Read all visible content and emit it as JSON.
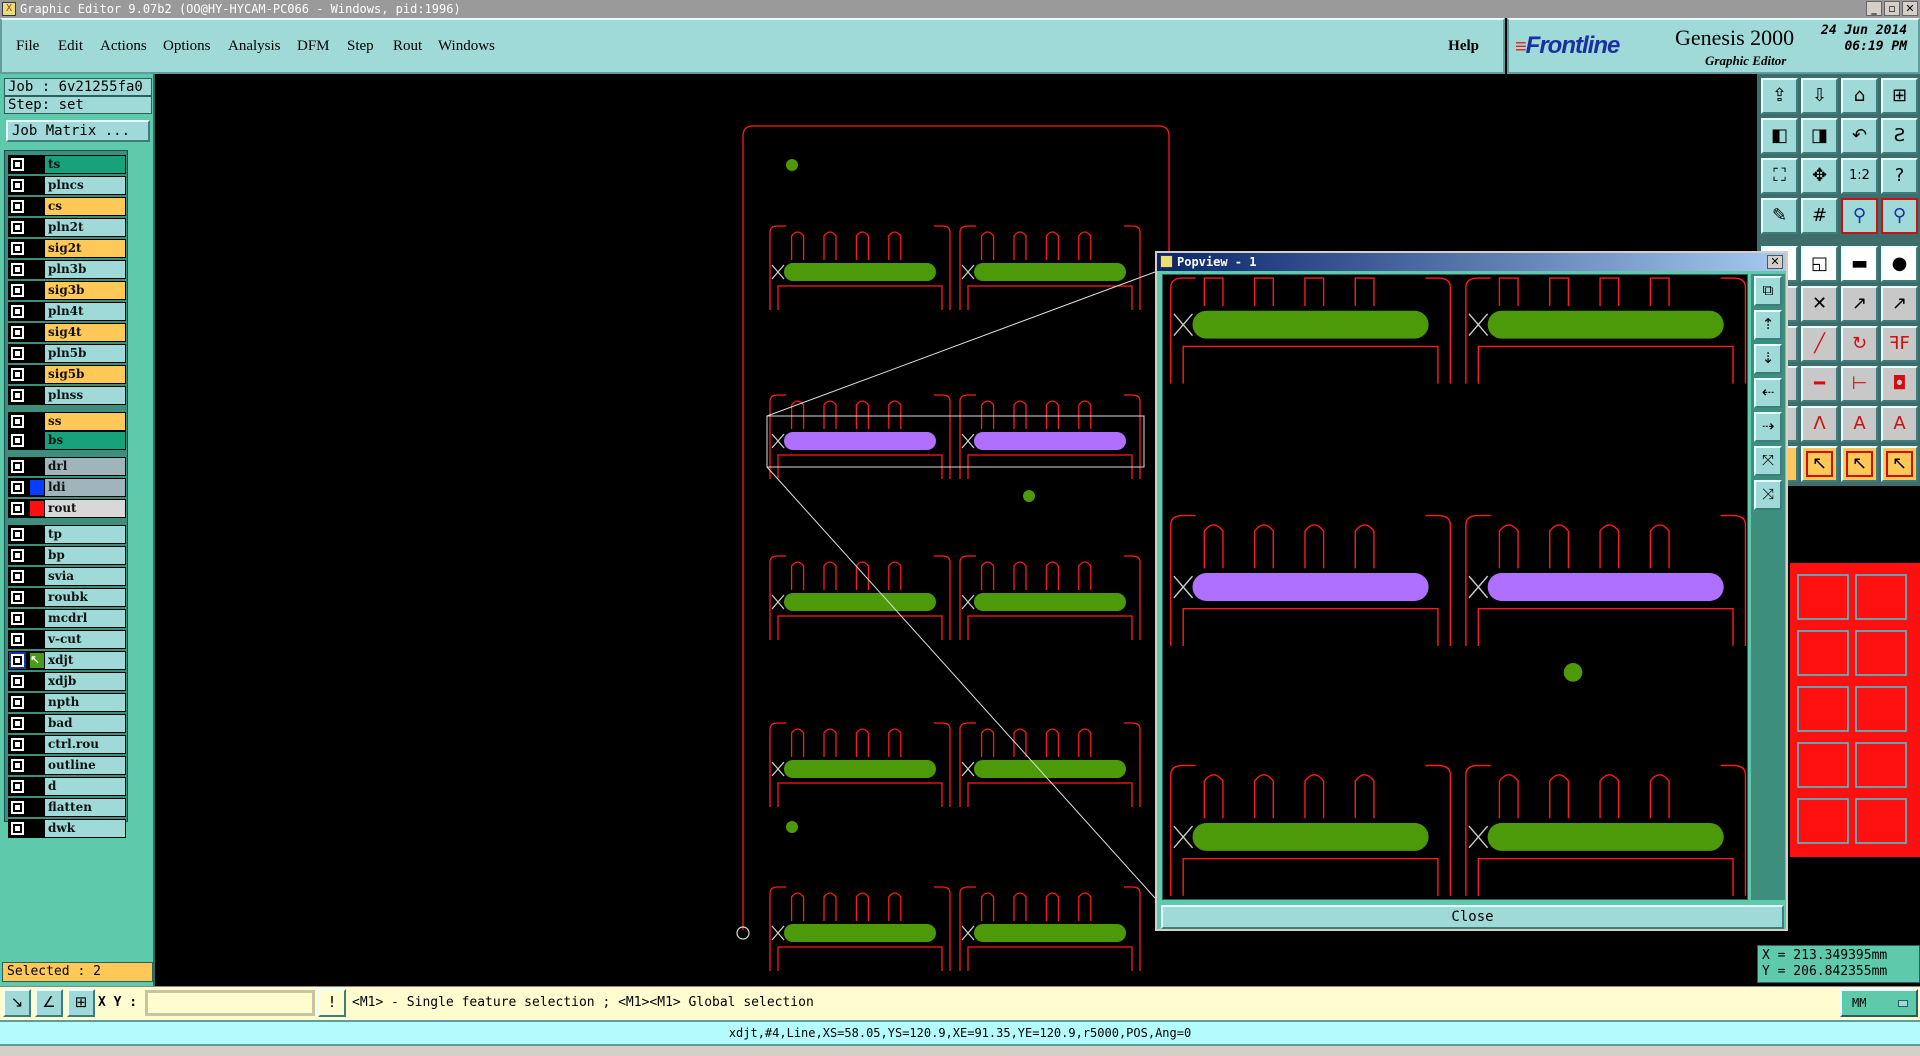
{
  "window": {
    "title": "Graphic Editor 9.07b2 (OO@HY-HYCAM-PC066 - Windows, pid:1996)",
    "minimize": "_",
    "maximize": "▫",
    "close": "✕"
  },
  "menu": {
    "items": [
      "File",
      "Edit",
      "Actions",
      "Options",
      "Analysis",
      "DFM",
      "Step",
      "Rout",
      "Windows"
    ],
    "help": "Help"
  },
  "brand": {
    "logo": "Frontline",
    "product": "Genesis 2000",
    "subtitle": "Graphic Editor",
    "date": "24 Jun 2014",
    "time": "06:19 PM"
  },
  "job": {
    "job_label": "Job : 6v21255fa0",
    "step_label": "Step: set",
    "matrix_button": "Job Matrix ..."
  },
  "layers": [
    {
      "name": "ts",
      "color": "#17a27c"
    },
    {
      "name": "plncs",
      "color": "#9fdad8"
    },
    {
      "name": "cs",
      "color": "#ffc857"
    },
    {
      "name": "pln2t",
      "color": "#9fdad8"
    },
    {
      "name": "sig2t",
      "color": "#ffc857"
    },
    {
      "name": "pln3b",
      "color": "#9fdad8"
    },
    {
      "name": "sig3b",
      "color": "#ffc857"
    },
    {
      "name": "pln4t",
      "color": "#9fdad8"
    },
    {
      "name": "sig4t",
      "color": "#ffc857"
    },
    {
      "name": "pln5b",
      "color": "#9fdad8"
    },
    {
      "name": "sig5b",
      "color": "#ffc857"
    },
    {
      "name": "plnss",
      "color": "#9fdad8"
    },
    {
      "name": "ss",
      "color": "#ffc857"
    },
    {
      "name": "bs",
      "color": "#17a27c"
    },
    {
      "name": "drl",
      "color": "#a0b4bc"
    },
    {
      "name": "ldi",
      "color": "#a0b4bc",
      "swatch": "#0a3cff"
    },
    {
      "name": "rout",
      "color": "#d8d8d8",
      "swatch": "#ff1010"
    },
    {
      "name": "tp",
      "color": "#9fdad8"
    },
    {
      "name": "bp",
      "color": "#9fdad8"
    },
    {
      "name": "svia",
      "color": "#9fdad8"
    },
    {
      "name": "roubk",
      "color": "#9fdad8"
    },
    {
      "name": "mcdrl",
      "color": "#9fdad8"
    },
    {
      "name": "v-cut",
      "color": "#9fdad8"
    },
    {
      "name": "xdjt",
      "color": "#9fdad8",
      "work": true
    },
    {
      "name": "xdjb",
      "color": "#9fdad8"
    },
    {
      "name": "npth",
      "color": "#9fdad8"
    },
    {
      "name": "bad",
      "color": "#9fdad8"
    },
    {
      "name": "ctrl.rou",
      "color": "#9fdad8"
    },
    {
      "name": "outline",
      "color": "#9fdad8"
    },
    {
      "name": "d",
      "color": "#9fdad8"
    },
    {
      "name": "flatten",
      "color": "#9fdad8"
    },
    {
      "name": "dwk",
      "color": "#9fdad8"
    }
  ],
  "selected": "Selected : 2",
  "popview": {
    "title": "Popview - 1",
    "close_x": "✕",
    "close_button": "Close"
  },
  "coords": {
    "x": "X = 213.349395mm",
    "y": "Y = 206.842355mm"
  },
  "bottom": {
    "xy_label": "X Y :",
    "xy_value": "",
    "prompt": "<M1> - Single feature selection ; <M1><M1> Global selection",
    "units": "MM"
  },
  "status": "xdjt,#4,Line,XS=58.05,YS=120.9,XE=91.35,YE=120.9,r5000,POS,Ang=0",
  "colors": {
    "profile": "#ff1a1a",
    "pad": "#4c9a0a",
    "selected_pad": "#b070ff",
    "canvas": "#000000"
  }
}
